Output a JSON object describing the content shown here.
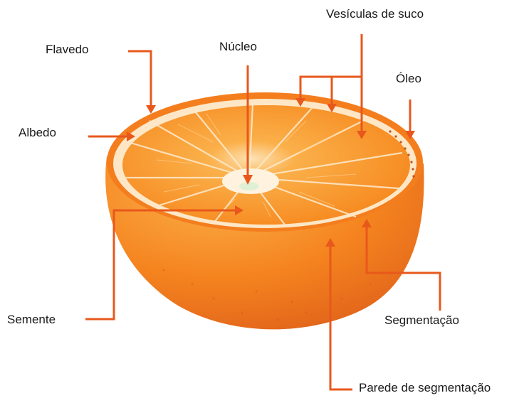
{
  "labels": {
    "vesiculas": "Vesículas de suco",
    "flavedo": "Flavedo",
    "nucleo": "Núcleo",
    "oleo": "Óleo",
    "albedo": "Albedo",
    "semente": "Semente",
    "segmentacao": "Segmentação",
    "parede": "Parede de segmentação"
  },
  "colors": {
    "arrow": "#e8581c",
    "peel": "#f5841f",
    "peel_dark": "#e5651a",
    "albedo": "#fde7c6",
    "pulp": "#f99a2a",
    "pulp_light": "#fbb04a",
    "core": "#fff3df"
  }
}
